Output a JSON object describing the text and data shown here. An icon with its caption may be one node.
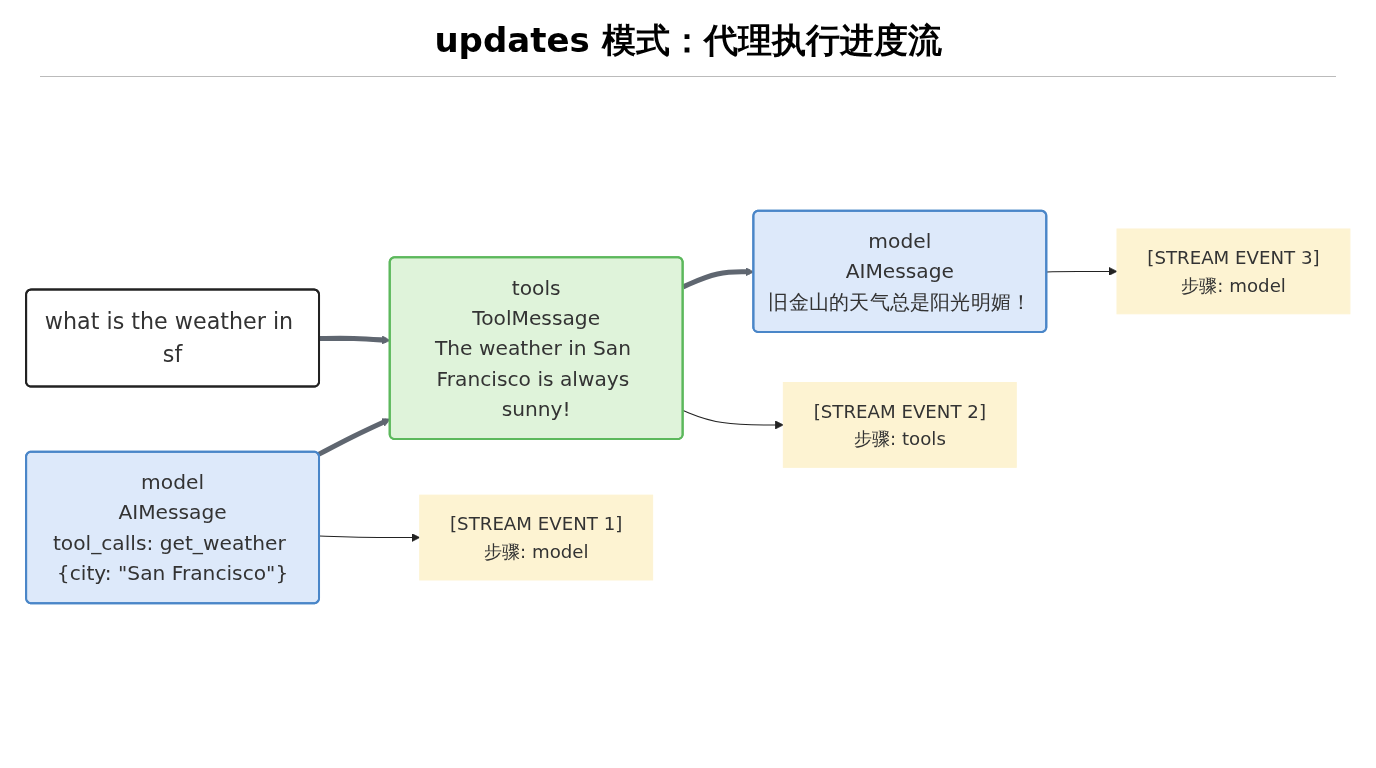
{
  "diagram": {
    "title": "updates 模式：代理执行进度流",
    "nodes": [
      {
        "text": [
          "what is the weather in sf"
        ]
      },
      {
        "text": [
          "model",
          "AIMessage",
          "tool_calls: get_weather {city: \"San Francisco\"}"
        ]
      },
      {
        "text": [
          "tools",
          "ToolMessage",
          "The weather in San Francisco is always sunny!"
        ]
      },
      {
        "text": [
          "model",
          "AIMessage",
          "旧金山的天气总是阳光明媚！"
        ]
      },
      {
        "text": [
          "[STREAM EVENT 1]",
          "步骤: model"
        ]
      },
      {
        "text": [
          "[STREAM EVENT 2]",
          "步骤: tools"
        ]
      },
      {
        "text": [
          "[STREAM EVENT 3]",
          "步骤: model"
        ]
      }
    ],
    "edges": [
      {
        "from": 0,
        "to": 2,
        "arrow": "to",
        "style": "thick",
        "color": "#5f6670"
      },
      {
        "from": 1,
        "to": 2,
        "arrow": "to",
        "style": "thick",
        "color": "#5f6670"
      },
      {
        "from": 2,
        "to": 3,
        "arrow": "to",
        "style": "thick",
        "color": "#5f6670"
      },
      {
        "from": 1,
        "to": 4,
        "arrow": "to"
      },
      {
        "from": 2,
        "to": 5,
        "arrow": "to"
      },
      {
        "from": 3,
        "to": 6,
        "arrow": "to"
      }
    ]
  }
}
